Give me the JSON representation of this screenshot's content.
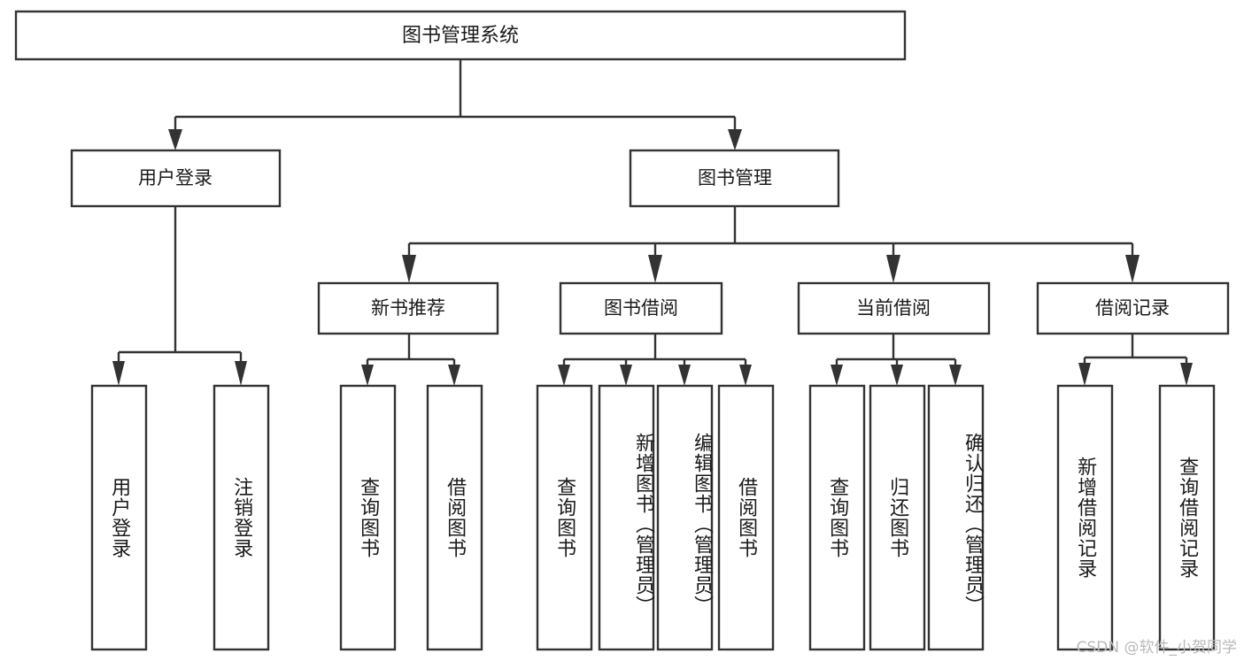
{
  "diagram": {
    "title": "图书管理系统",
    "type": "tree",
    "watermark": "CSDN @软件_小贺同学",
    "nodes": {
      "root": {
        "label": "图书管理系统",
        "level": 1
      },
      "user_login": {
        "label": "用户登录",
        "level": 2
      },
      "book_manage": {
        "label": "图书管理",
        "level": 2
      },
      "new_book_rec": {
        "label": "新书推荐",
        "level": 3
      },
      "book_borrow": {
        "label": "图书借阅",
        "level": 3
      },
      "current_borrow": {
        "label": "当前借阅",
        "level": 3
      },
      "borrow_record": {
        "label": "借阅记录",
        "level": 3
      },
      "leaf_user_login": {
        "label": "用户登录",
        "level": 3
      },
      "leaf_logout": {
        "label": "注销登录",
        "level": 3
      },
      "leaf_query_book_1": {
        "label": "查询图书",
        "level": 4
      },
      "leaf_borrow_book_1": {
        "label": "借阅图书",
        "level": 4
      },
      "leaf_query_book_2": {
        "label": "查询图书",
        "level": 4
      },
      "leaf_add_book": {
        "label": "新增图书（管理员）",
        "level": 4
      },
      "leaf_edit_book": {
        "label": "编辑图书（管理员）",
        "level": 4
      },
      "leaf_borrow_book_2": {
        "label": "借阅图书",
        "level": 4
      },
      "leaf_query_book_3": {
        "label": "查询图书",
        "level": 4
      },
      "leaf_return_book": {
        "label": "归还图书",
        "level": 4
      },
      "leaf_confirm_return": {
        "label": "确认归还（管理员）",
        "level": 4
      },
      "leaf_add_record": {
        "label": "新增借阅记录",
        "level": 4
      },
      "leaf_query_record": {
        "label": "查询借阅记录",
        "level": 4
      }
    },
    "colors": {
      "box_stroke": "#333333",
      "box_fill": "#ffffff",
      "text": "#1a1a1a",
      "background": "#ffffff",
      "watermark": "#b9b9b9"
    }
  }
}
